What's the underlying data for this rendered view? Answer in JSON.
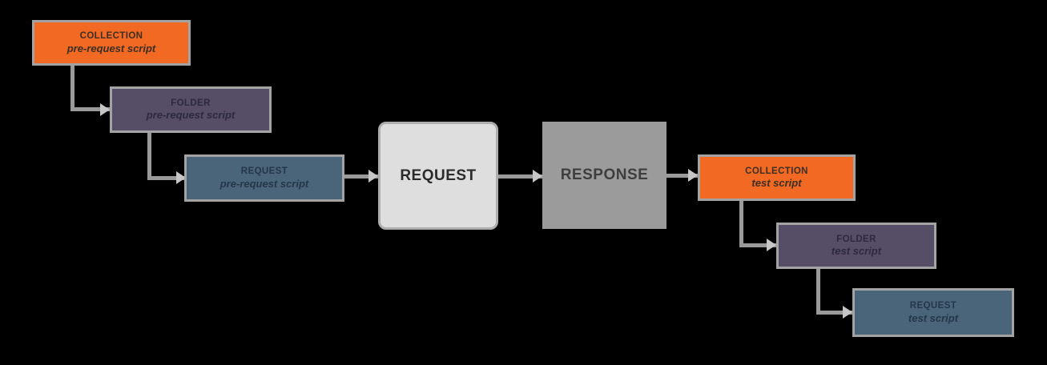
{
  "canvas": {
    "background_color": "#000000"
  },
  "colors": {
    "collection_fill": "#F26923",
    "collection_text": "#3B2F26",
    "folder_fill": "#564E66",
    "folder_text": "#2D2840",
    "request_script_fill": "#4A657A",
    "request_script_text": "#24364A",
    "request_fill": "#DEDEDE",
    "request_text": "#2B2B2B",
    "response_fill": "#9B9B9B",
    "response_text": "#3E3E3E",
    "connector": "#9A9A9A",
    "box_border": "#A3A3A3",
    "arrow": "#C6C6C6"
  },
  "nodes": {
    "collection_pre_request": {
      "title": "COLLECTION",
      "subtitle": "pre-request script"
    },
    "folder_pre_request": {
      "title": "FOLDER",
      "subtitle": "pre-request script"
    },
    "request_pre_request": {
      "title": "REQUEST",
      "subtitle": "pre-request script"
    },
    "request": {
      "label": "REQUEST"
    },
    "response": {
      "label": "RESPONSE"
    },
    "collection_test": {
      "title": "COLLECTION",
      "subtitle": "test script"
    },
    "folder_test": {
      "title": "FOLDER",
      "subtitle": "test script"
    },
    "request_test": {
      "title": "REQUEST",
      "subtitle": "test script"
    }
  }
}
